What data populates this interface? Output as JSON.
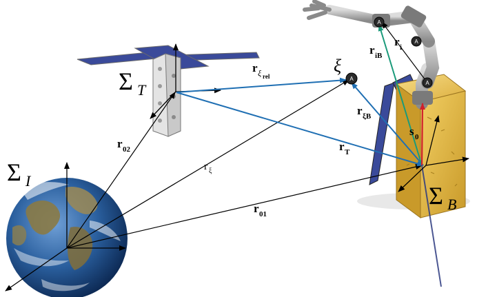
{
  "frames": {
    "inertial": {
      "symbol": "Σ",
      "subscript": "I"
    },
    "target": {
      "symbol": "Σ",
      "subscript": "T"
    },
    "base": {
      "symbol": "Σ",
      "subscript": "B"
    }
  },
  "vectors": {
    "r01": {
      "main": "r",
      "sub": "01"
    },
    "r02": {
      "main": "r",
      "sub": "02"
    },
    "r_xi": {
      "main": "r",
      "sub": "ξ"
    },
    "r_T": {
      "main": "r",
      "sub": "T"
    },
    "r_xi_rel": {
      "main": "r",
      "sub": "ξ",
      "subsub": "rel"
    },
    "r_xi_B": {
      "main": "r",
      "sub": "ξB"
    },
    "r_iB": {
      "main": "r",
      "sub": "iB"
    },
    "r_i": {
      "main": "r",
      "sub": "i"
    },
    "s0": {
      "main": "s",
      "sub": "0"
    }
  },
  "point": {
    "label": "ξ",
    "marker": "A"
  },
  "joint_marker": "A",
  "colors": {
    "black_vectors": "#000000",
    "blue_vectors": "#1f6fb3",
    "green_vector": "#1a9a7a",
    "red_vector": "#d0202a",
    "earth_ocean": "#2a5f9e",
    "earth_land": "#8a7a45",
    "satellite_body": "#e0b640",
    "solar_panel": "#3a4a9a",
    "robot_arm": "#a8a8a8"
  }
}
